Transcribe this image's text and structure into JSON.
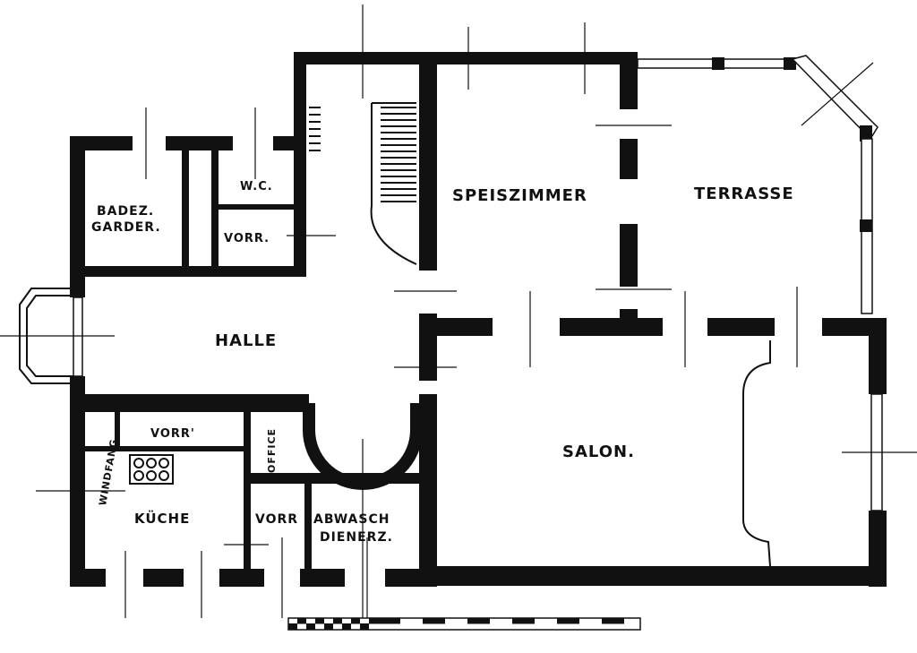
{
  "plan": {
    "rooms": {
      "badez": "BADEZ.",
      "garder": "GARDER.",
      "wc": "W.C.",
      "vorr_upper": "VORR.",
      "halle": "HALLE",
      "speiszimmer": "SPEISZIMMER",
      "terrasse": "TERRASSE",
      "salon": "SALON.",
      "vorr_kitchen": "VORR'",
      "office": "OFFICE",
      "windfang": "WINDFANG",
      "kueche": "KÜCHE",
      "vorr_lower": "VORR",
      "abwasch": "ABWASCH",
      "dienerz": "DIENERZ."
    }
  }
}
